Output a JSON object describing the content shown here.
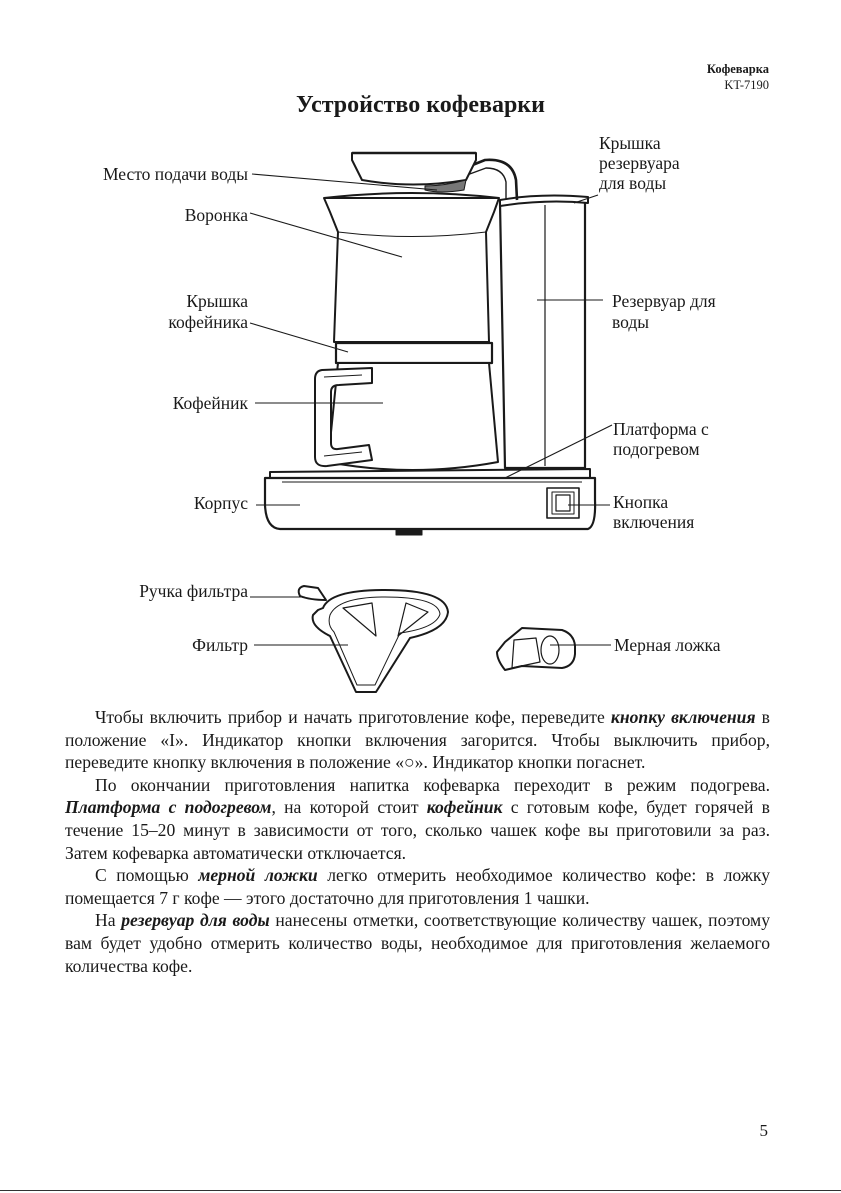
{
  "header": {
    "product": "Кофеварка",
    "model": "KT-7190"
  },
  "title": "Устройство кофеварки",
  "labels": {
    "water_inlet": "Место подачи воды",
    "funnel": "Воронка",
    "carafe_lid_1": "Крышка",
    "carafe_lid_2": "кофейника",
    "carafe": "Кофейник",
    "housing": "Корпус",
    "reservoir_lid_1": "Крышка",
    "reservoir_lid_2": "резервуара",
    "reservoir_lid_3": "для воды",
    "reservoir_1": "Резервуар для",
    "reservoir_2": "воды",
    "platform_1": "Платформа с",
    "platform_2": "подогревом",
    "power_button_1": "Кнопка",
    "power_button_2": "включения",
    "filter_handle": "Ручка фильтра",
    "filter": "Фильтр",
    "measuring_spoon": "Мерная ложка"
  },
  "paragraphs": [
    [
      {
        "t": "Чтобы включить прибор и начать приготовление кофе, переведите "
      },
      {
        "t": "кнопку включения",
        "em": true
      },
      {
        "t": " в положение «I». Индикатор кнопки включения загорится. Чтобы выключить прибор, переведите кнопку включения в положение «○». Индикатор кнопки погаснет."
      }
    ],
    [
      {
        "t": "По окончании приготовления напитка кофеварка переходит в режим подогрева. "
      },
      {
        "t": "Платформа с подогревом",
        "em": true
      },
      {
        "t": ", на которой стоит "
      },
      {
        "t": "кофейник",
        "em": true
      },
      {
        "t": " с готовым кофе, будет горячей в течение 15–20 минут в зависимости от того, сколько чашек кофе вы приготовили за раз. Затем кофеварка автоматически отключается."
      }
    ],
    [
      {
        "t": "С помощью "
      },
      {
        "t": "мерной ложки",
        "em": true
      },
      {
        "t": " легко отмерить необходимое количество кофе: в ложку помещается 7 г кофе — этого достаточно для приготовления 1 чашки."
      }
    ],
    [
      {
        "t": "На "
      },
      {
        "t": "резервуар для воды",
        "em": true
      },
      {
        "t": " нанесены отметки, соответствующие количеству чашек, поэтому вам будет удобно отмерить количество воды, необходимое для приготовления желаемого количества кофе."
      }
    ]
  ],
  "page_number": "5"
}
